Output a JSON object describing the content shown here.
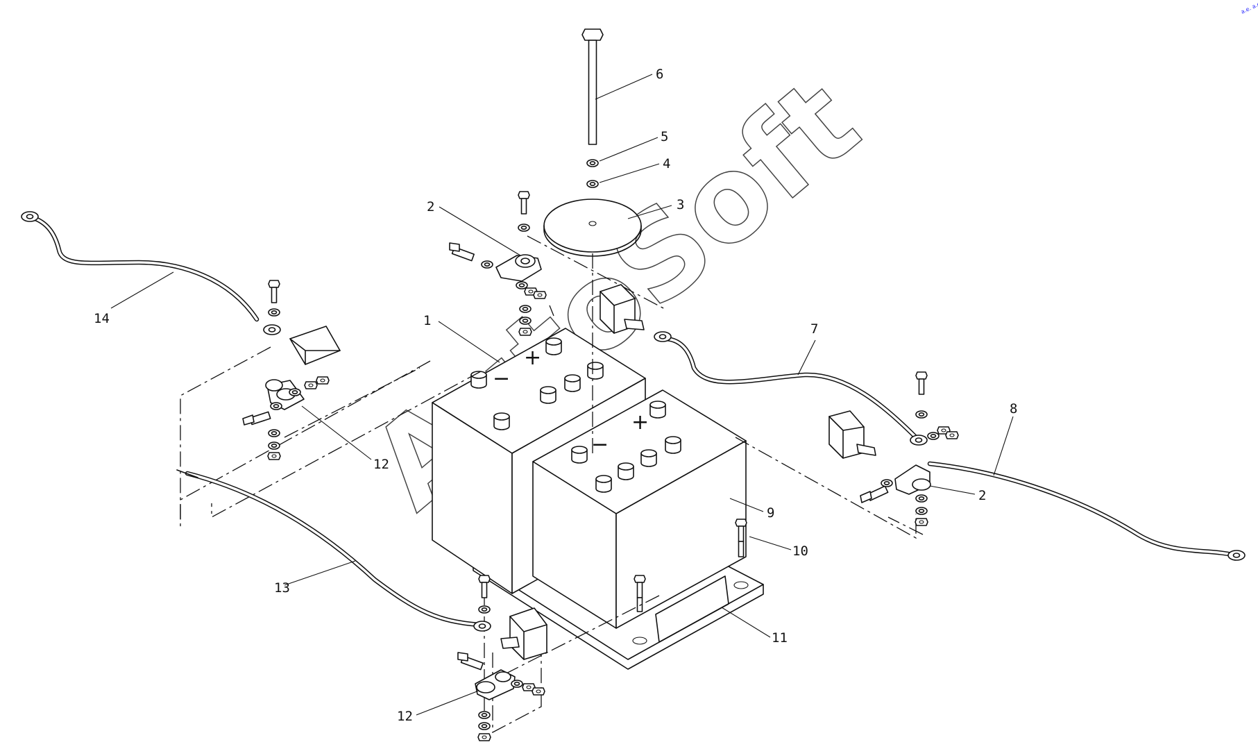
{
  "labels": {
    "l1": "1",
    "l2a": "2",
    "l2b": "2",
    "l3": "3",
    "l4": "4",
    "l5": "5",
    "l6": "6",
    "l7": "7",
    "l8": "8",
    "l9": "9",
    "l10": "10",
    "l11": "11",
    "l12a": "12",
    "l12b": "12",
    "l13": "13",
    "l14": "14"
  },
  "terminal_signs": {
    "plus_left": "+",
    "minus_left": "−",
    "plus_right": "+",
    "minus_right": "−"
  },
  "watermark": "AutoSoft",
  "corner_mark": "a.e. a.e",
  "colors": {
    "line": "#111111",
    "background": "#ffffff",
    "corner_mark": "#2222ff"
  }
}
